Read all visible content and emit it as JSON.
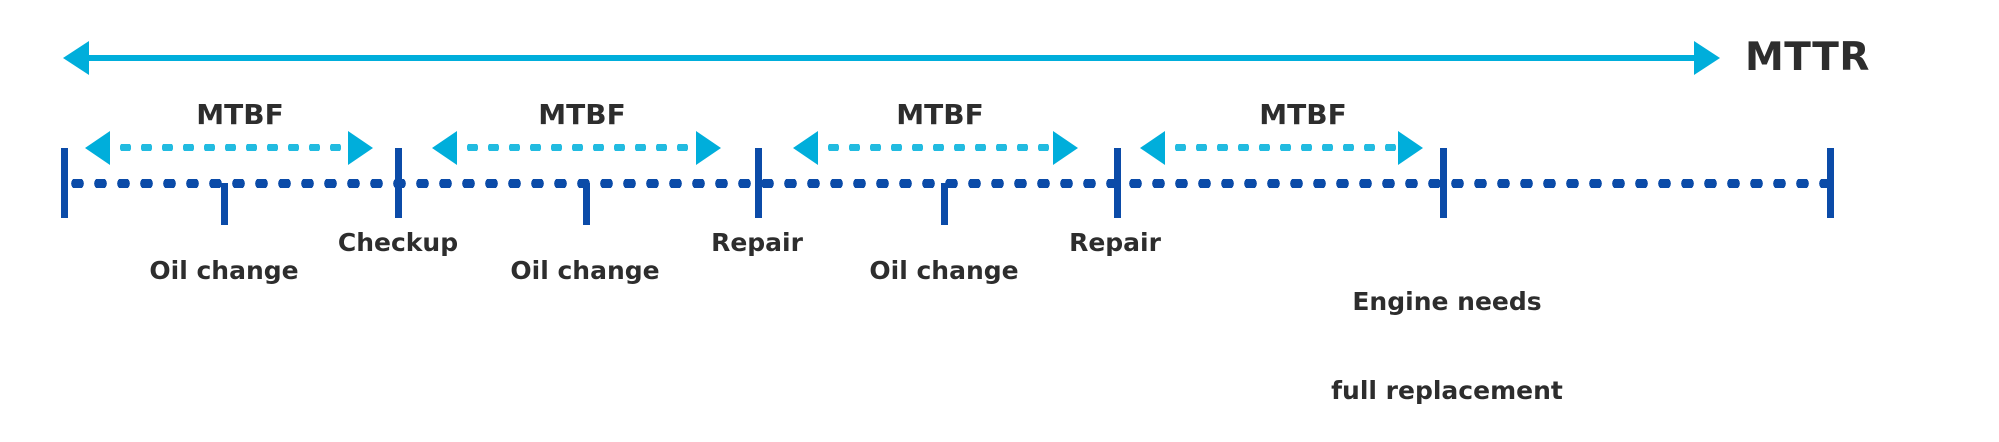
{
  "diagram": {
    "title_span": {
      "label": "MTTR",
      "color": "#00AEDB",
      "direction": "double"
    },
    "colors": {
      "cyan": "#00AEDB",
      "cyan_dots": "#22BBE0",
      "dark_blue": "#0B4BA8",
      "text": "#2d2d2d",
      "background": "#ffffff"
    },
    "intervals": [
      {
        "label": "MTBF"
      },
      {
        "label": "MTBF"
      },
      {
        "label": "MTBF"
      },
      {
        "label": "MTBF"
      }
    ],
    "events": [
      {
        "label": "Oil change",
        "line2": ""
      },
      {
        "label": "Checkup",
        "line2": ""
      },
      {
        "label": "Oil change",
        "line2": ""
      },
      {
        "label": "Repair",
        "line2": ""
      },
      {
        "label": "Oil change",
        "line2": ""
      },
      {
        "label": "Repair",
        "line2": ""
      },
      {
        "label": "Engine needs",
        "line2": "full replacement"
      }
    ]
  }
}
